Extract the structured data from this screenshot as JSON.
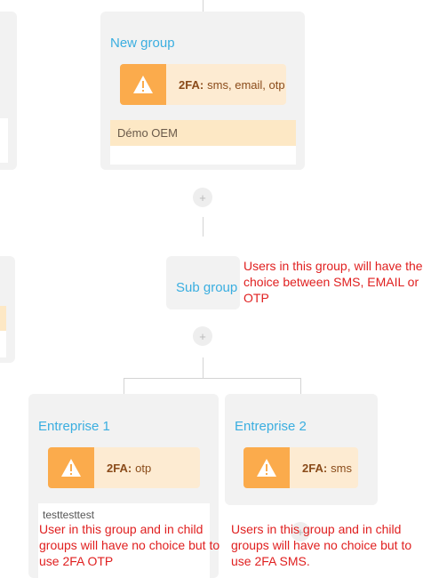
{
  "groups": {
    "new_group": {
      "title": "New group",
      "rule_label": "2FA:",
      "rule_value": "sms, email, otp",
      "org_name": "Démo OEM"
    },
    "sub_group": {
      "title": "Sub group"
    },
    "entreprise1": {
      "title": "Entreprise 1",
      "rule_label": "2FA:",
      "rule_value": "otp",
      "org_name": "testtesttest"
    },
    "entreprise2": {
      "title": "Entreprise 2",
      "rule_label": "2FA:",
      "rule_value": "sms"
    }
  },
  "add_buttons": {
    "symbol": "+"
  },
  "annotations": {
    "sub_group_note": "Users in this group, will have the choice between SMS, EMAIL or OTP",
    "entreprise1_note": "User in this group and in child groups will have no choice but to use 2FA OTP",
    "entreprise2_note": "Users in this group and in child groups will have no choice but to use 2FA SMS."
  },
  "colors": {
    "accent": "#3aaee0",
    "warning": "#fbab4c",
    "warning_bg": "#fdebd2",
    "annotation": "#e02020"
  },
  "icons": [
    "warning-icon",
    "plus-icon"
  ]
}
